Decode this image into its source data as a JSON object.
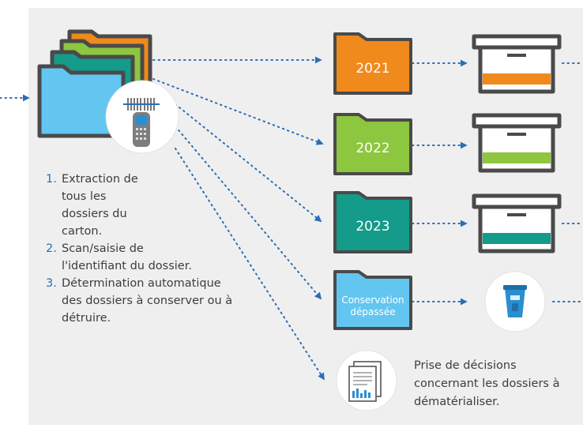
{
  "folders": [
    {
      "label": "2021",
      "color": "#f08a1c"
    },
    {
      "label": "2022",
      "color": "#8dc63f"
    },
    {
      "label": "2023",
      "color": "#149b8a"
    }
  ],
  "expired_folder": {
    "line1": "Conservation",
    "line2": "dépassée",
    "color": "#62c6f1"
  },
  "steps": [
    {
      "num": "1.",
      "text": "Extraction de tous les dossiers du carton."
    },
    {
      "num": "2.",
      "text": "Scan/saisie de l'identifiant du dossier."
    },
    {
      "num": "3.",
      "text": "Détermination automatique des dossiers à conserver ou à détruire."
    }
  ],
  "decision_text": "Prise de décisions concernant les dossiers à dématérialiser.",
  "colors": {
    "background": "#efefef",
    "folder_border": "#4a4a4a",
    "arrow": "#2a6db5",
    "box_stripe_orange": "#f08a1c",
    "box_stripe_green": "#8dc63f",
    "box_stripe_teal": "#149b8a",
    "bin": "#2a8fd0"
  },
  "icons": [
    "folder-stack-icon",
    "barcode-scanner-icon",
    "archive-box-icon",
    "recycle-bin-icon",
    "document-scan-icon"
  ]
}
